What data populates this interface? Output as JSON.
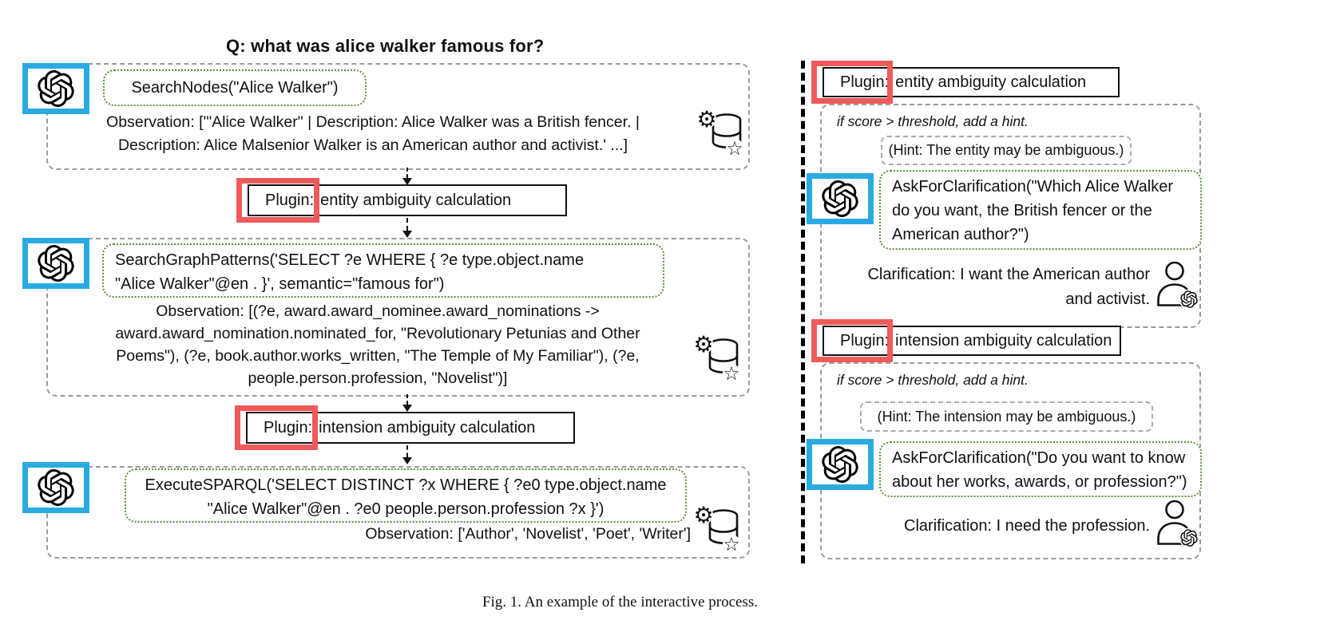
{
  "figure": {
    "question": "Q: what was alice walker famous for?",
    "caption": "Fig. 1.  An example of the interactive process."
  },
  "colors": {
    "llm_frame_blue": "#29abe2",
    "plugin_highlight_red": "#ef5a5a",
    "call_border_green": "#5c8f3e"
  },
  "icons": {
    "llm": "openai-logo",
    "knowledge_base": "database-with-gear-and-star",
    "user": "person-with-openai-logo",
    "gear_glyph": "⚙",
    "star_glyph": "☆"
  },
  "left": {
    "step1": {
      "call": "SearchNodes(\"Alice Walker\")",
      "observation": "Observation: ['\"Alice Walker\" | Description: Alice Walker was a British fencer. |\nDescription: Alice Malsenior Walker is an American author and activist.' ...]"
    },
    "plugin1": {
      "prefix": "Plugin:",
      "label": "entity ambiguity calculation"
    },
    "step2": {
      "call": "SearchGraphPatterns('SELECT ?e WHERE { ?e type.object.name\n\"Alice Walker\"@en . }', semantic=\"famous for\")",
      "observation": "Observation: [(?e, award.award_nominee.award_nominations ->\naward.award_nomination.nominated_for, \"Revolutionary Petunias and Other\nPoems\"), (?e, book.author.works_written, \"The Temple of My Familiar\"), (?e,\npeople.person.profession, \"Novelist\")]"
    },
    "plugin2": {
      "prefix": "Plugin:",
      "label": "intension ambiguity calculation"
    },
    "step3": {
      "call": "ExecuteSPARQL('SELECT DISTINCT ?x WHERE { ?e0 type.object.name\n\"Alice Walker\"@en . ?e0 people.person.profession ?x }')",
      "observation": "Observation: ['Author', 'Novelist', 'Poet', 'Writer']"
    }
  },
  "right": {
    "section1": {
      "plugin_prefix": "Plugin:",
      "plugin_label": "entity ambiguity calculation",
      "condition": "if score > threshold, add a hint.",
      "hint": "(Hint: The entity may be ambiguous.)",
      "call": "AskForClarification(\"Which Alice Walker\ndo you want, the British fencer or the\nAmerican author?\")",
      "clarification": "Clarification: I want the American author\nand activist."
    },
    "section2": {
      "plugin_prefix": "Plugin:",
      "plugin_label": "intension ambiguity calculation",
      "condition": "if score > threshold, add a hint.",
      "hint": "(Hint: The intension may be ambiguous.)",
      "call": "AskForClarification(\"Do you want to know\nabout her works, awards, or profession?\")",
      "clarification": "Clarification: I need the profession."
    }
  }
}
